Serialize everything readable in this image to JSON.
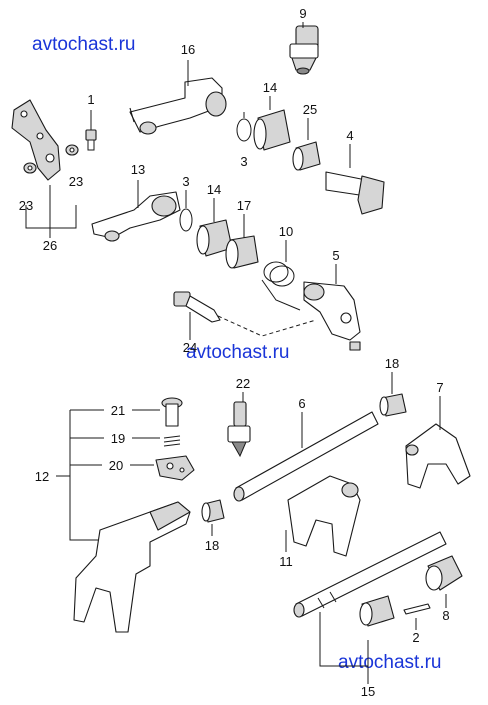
{
  "watermarks": [
    "avtochast.ru",
    "avtochast.ru",
    "avtochast.ru"
  ],
  "callouts": {
    "c1": "1",
    "c2": "2",
    "c3a": "3",
    "c3b": "3",
    "c4": "4",
    "c5": "5",
    "c6": "6",
    "c7": "7",
    "c8": "8",
    "c9": "9",
    "c10": "10",
    "c11": "11",
    "c12": "12",
    "c13": "13",
    "c14a": "14",
    "c14b": "14",
    "c15": "15",
    "c16": "16",
    "c17": "17",
    "c18a": "18",
    "c18b": "18",
    "c19": "19",
    "c20": "20",
    "c21": "21",
    "c22": "22",
    "c23a": "23",
    "c23b": "23",
    "c24": "24",
    "c25": "25",
    "c26": "26"
  }
}
